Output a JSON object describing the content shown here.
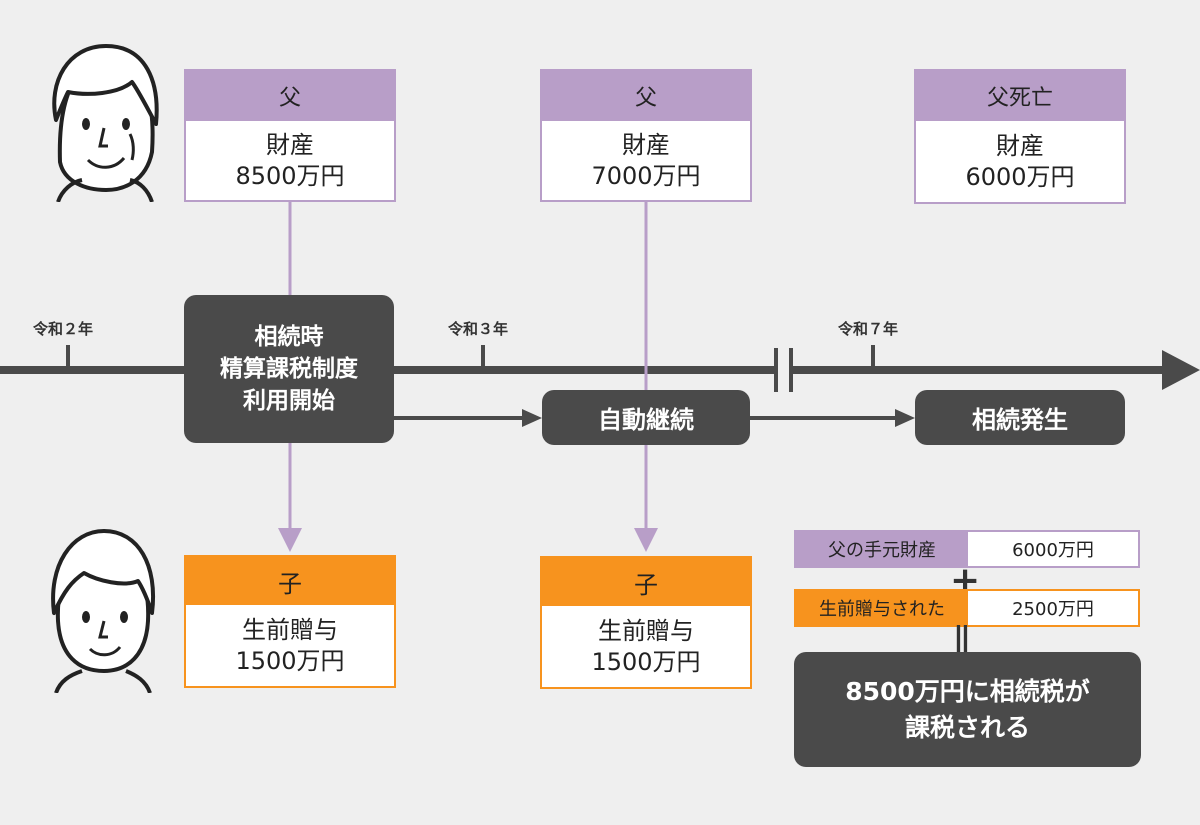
{
  "timeline": {
    "years": [
      "令和２年",
      "令和３年",
      "令和７年"
    ]
  },
  "father_boxes": [
    {
      "header": "父",
      "body_line1": "財産",
      "body_line2": "8500万円"
    },
    {
      "header": "父",
      "body_line1": "財産",
      "body_line2": "7000万円"
    },
    {
      "header": "父死亡",
      "body_line1": "財産",
      "body_line2": "6000万円"
    }
  ],
  "child_boxes": [
    {
      "header": "子",
      "body_line1": "生前贈与",
      "body_line2": "1500万円"
    },
    {
      "header": "子",
      "body_line1": "生前贈与",
      "body_line2": "1500万円"
    }
  ],
  "events": {
    "start_line1": "相続時",
    "start_line2": "精算課税制度",
    "start_line3": "利用開始",
    "continue": "自動継続",
    "inheritance": "相続発生"
  },
  "summary": {
    "row1_label": "父の手元財産",
    "row1_value": "6000万円",
    "plus": "+",
    "row2_label": "生前贈与された",
    "row2_value": "2500万円",
    "equals": "||",
    "result_line1": "8500万円に相続税が",
    "result_line2": "課税される"
  },
  "colors": {
    "purple": "#b89ec8",
    "orange": "#f7931e",
    "dark": "#4a4a4a",
    "background": "#efefef"
  },
  "icons": [
    "father-avatar-icon",
    "child-avatar-icon"
  ]
}
